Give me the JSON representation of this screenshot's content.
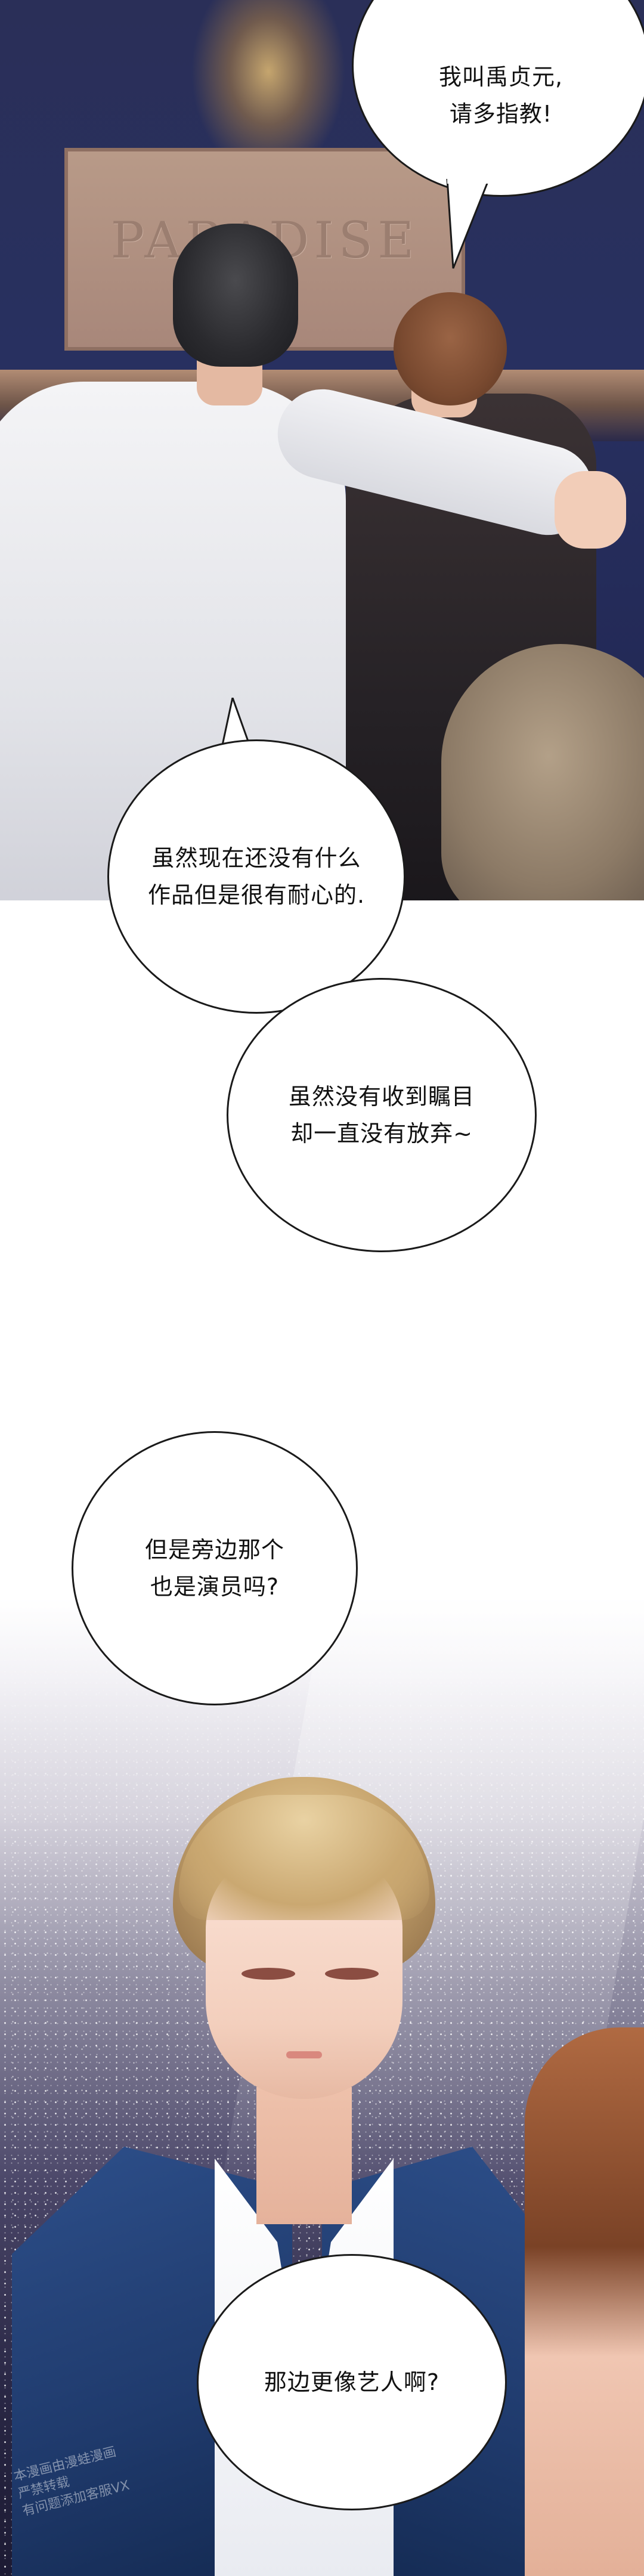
{
  "panels": {
    "top": {
      "sign": "PARADISE",
      "bubbles": [
        {
          "id": "greeting",
          "text": "我叫禹贞元,\n请多指教!"
        },
        {
          "id": "no-works",
          "text": "虽然现在还没有什么\n作品但是很有耐心的."
        }
      ]
    },
    "middle": {
      "bubbles": [
        {
          "id": "not-noticed",
          "text": "虽然没有收到瞩目\n却一直没有放弃~"
        },
        {
          "id": "question-actor",
          "text": "但是旁边那个\n也是演员吗?"
        }
      ]
    },
    "bottom": {
      "bubbles": [
        {
          "id": "like-artist",
          "text": "那边更像艺人啊?"
        }
      ],
      "watermark": "本漫画由漫蛙漫画\n严禁转载\n有问题添加客服VX"
    }
  },
  "colors": {
    "bubble_fill": "#ffffff",
    "bubble_border": "#1a1a1a",
    "club_background": "#283060",
    "jacket": "#1f3a6c"
  }
}
